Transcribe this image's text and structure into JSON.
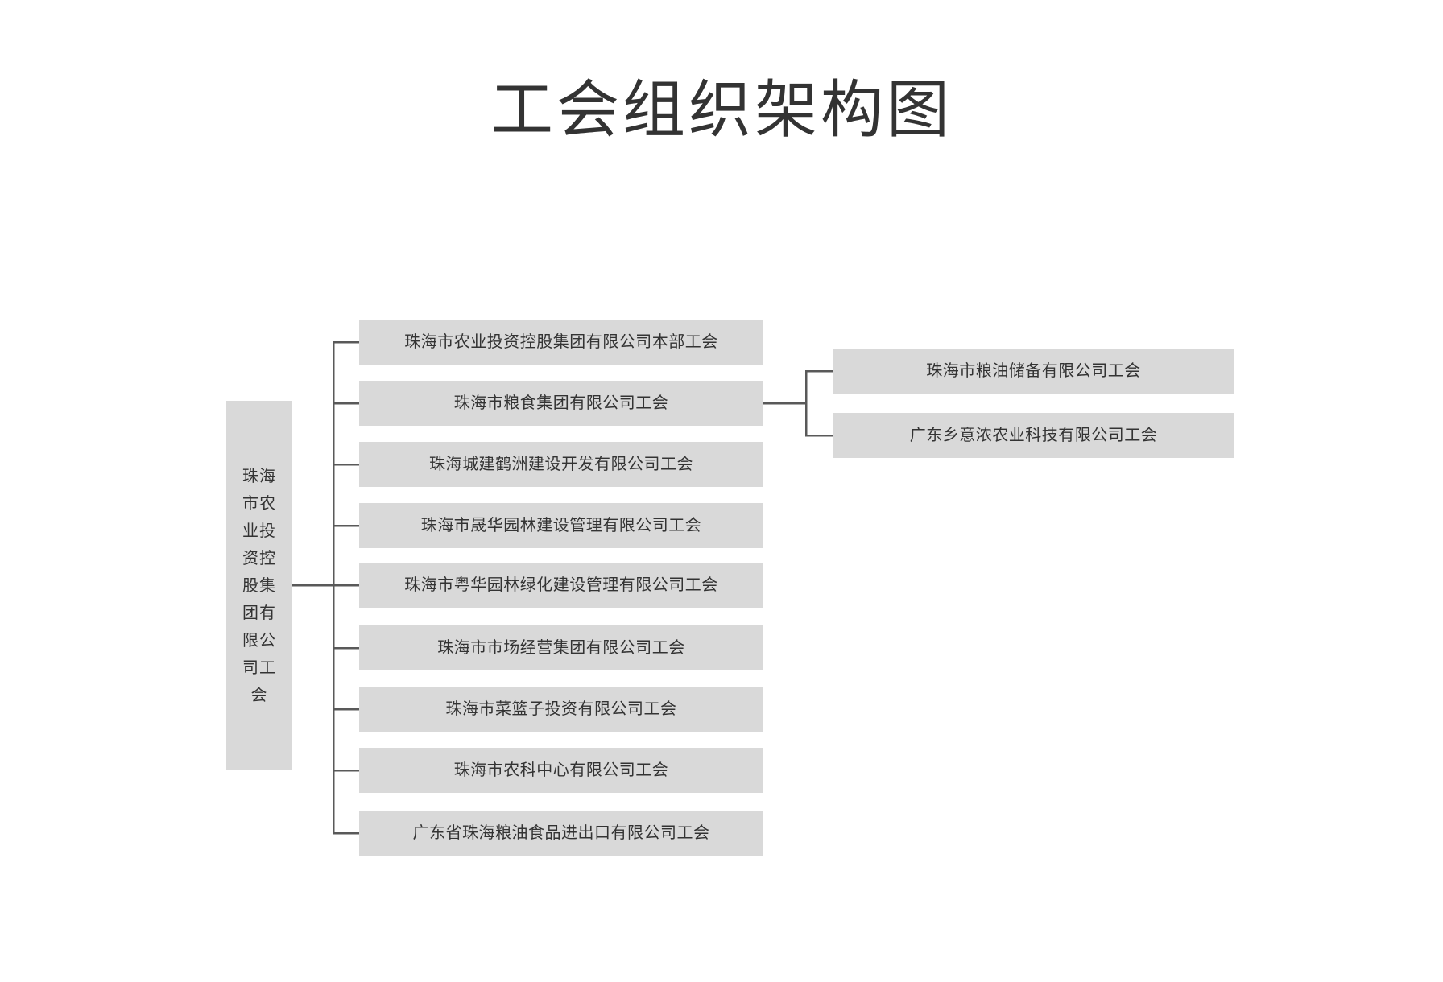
{
  "title": "工会组织架构图",
  "colors": {
    "box_fill": "#d9d9d9",
    "text": "#333333",
    "connector": "#595959",
    "background": "#ffffff"
  },
  "root": {
    "label": "珠海市农业投资控股集团有限公司工会"
  },
  "children": [
    {
      "label": "珠海市农业投资控股集团有限公司本部工会"
    },
    {
      "label": "珠海市粮食集团有限公司工会"
    },
    {
      "label": "珠海城建鹤洲建设开发有限公司工会"
    },
    {
      "label": "珠海市晟华园林建设管理有限公司工会"
    },
    {
      "label": "珠海市粤华园林绿化建设管理有限公司工会"
    },
    {
      "label": "珠海市市场经营集团有限公司工会"
    },
    {
      "label": "珠海市菜篮子投资有限公司工会"
    },
    {
      "label": "珠海市农科中心有限公司工会"
    },
    {
      "label": "广东省珠海粮油食品进出口有限公司工会"
    }
  ],
  "grandchildren": [
    {
      "label": "珠海市粮油储备有限公司工会",
      "parent": "珠海市粮食集团有限公司工会"
    },
    {
      "label": "广东乡意浓农业科技有限公司工会",
      "parent": "珠海市粮食集团有限公司工会"
    }
  ]
}
